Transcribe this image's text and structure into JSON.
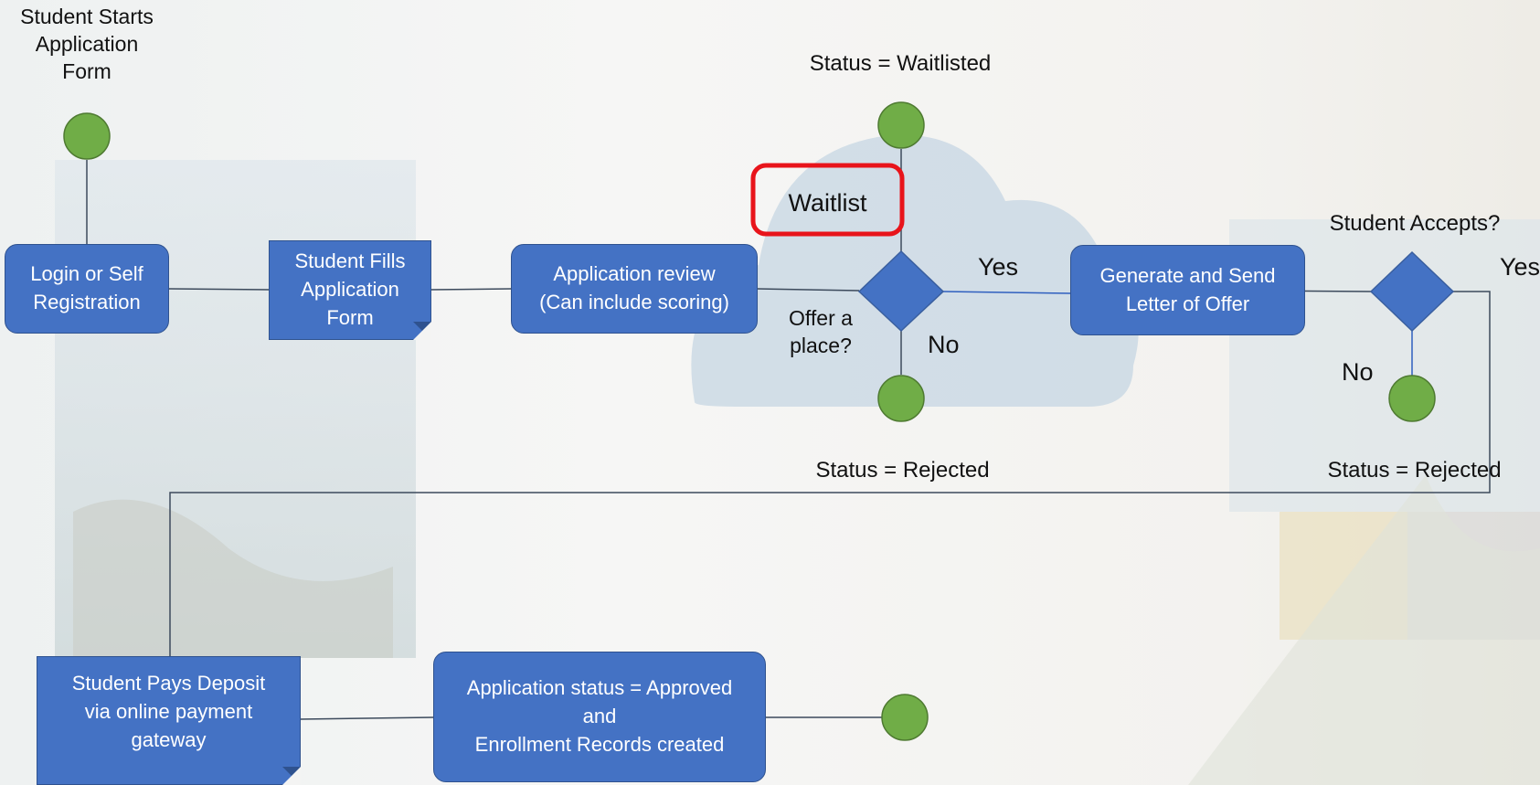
{
  "colors": {
    "box_fill": "#4472c4",
    "box_border": "#2f528f",
    "circle_fill": "#70ad47",
    "connector": "#3c4a5c",
    "highlight": "#e8141b"
  },
  "labels": {
    "start": [
      "Student Starts",
      "Application",
      "Form"
    ],
    "status_waitlisted": "Status = Waitlisted",
    "waitlist": "Waitlist",
    "offer_question": [
      "Offer a",
      "place?"
    ],
    "yes_offer": "Yes",
    "no_offer": "No",
    "status_rejected_offer": "Status = Rejected",
    "student_accepts": "Student Accepts?",
    "yes_accept": "Yes",
    "no_accept": "No",
    "status_rejected_accept": "Status = Rejected"
  },
  "nodes": {
    "login": [
      "Login or Self",
      "Registration"
    ],
    "fill_form": [
      "Student Fills",
      "Application",
      "Form"
    ],
    "review": [
      "Application review",
      "(Can include scoring)"
    ],
    "offer_letter": [
      "Generate and Send",
      "Letter of Offer"
    ],
    "deposit": [
      "Student Pays Deposit",
      "via online payment",
      "gateway"
    ],
    "approved": [
      "Application status = Approved",
      "and",
      "Enrollment Records created"
    ]
  }
}
